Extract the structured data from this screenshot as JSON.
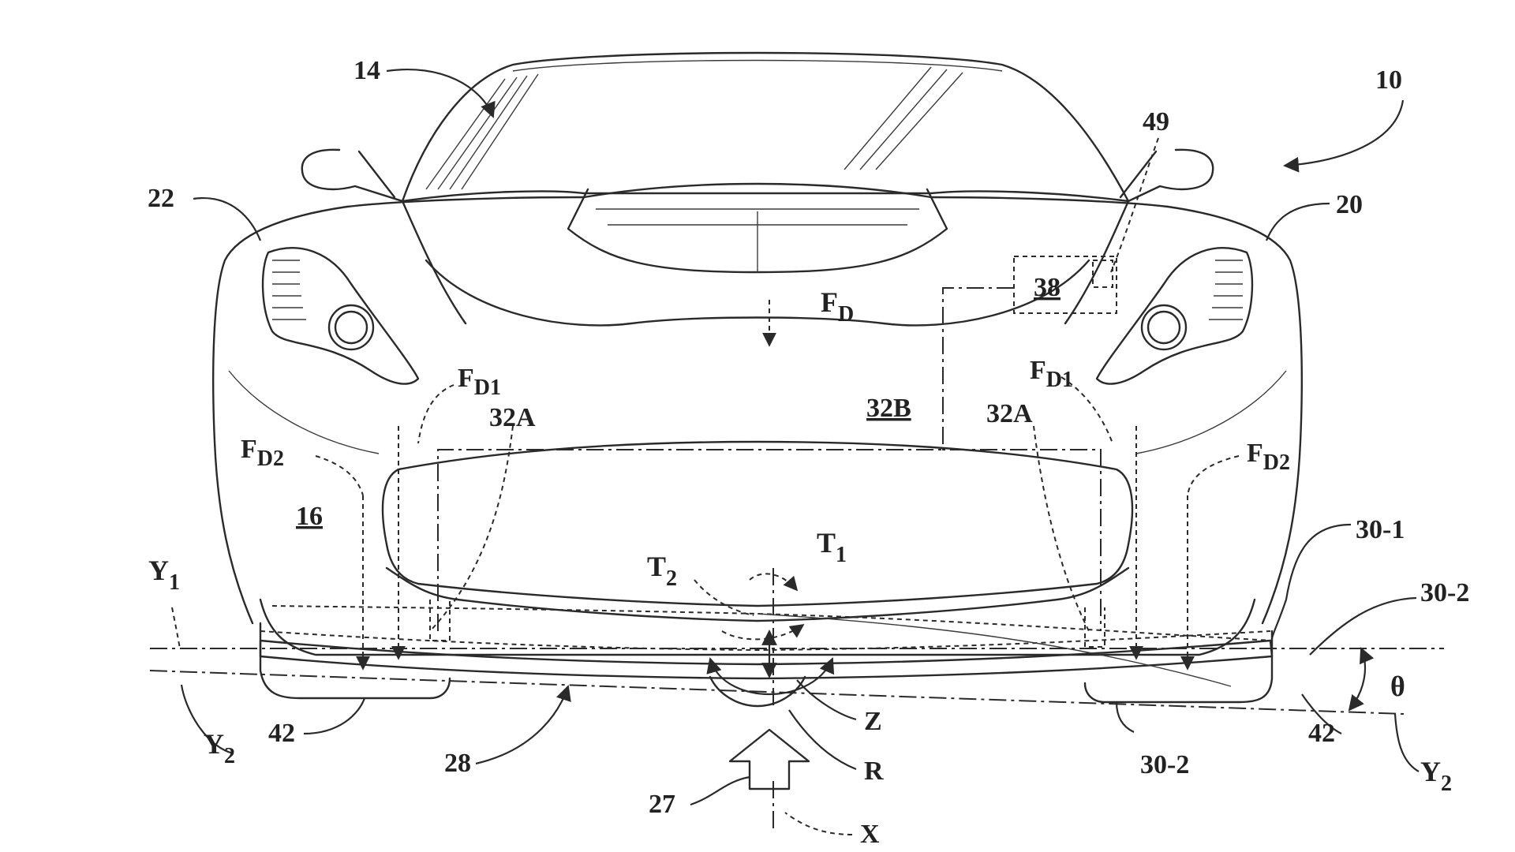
{
  "labels": {
    "vehicle": "10",
    "windshield": "14",
    "body": "16",
    "left_side": "20",
    "right_side": "22",
    "airflow": "27",
    "splitter": "28",
    "element_a": "30-1",
    "element_b": "30-2",
    "element_b_lower": "30-2",
    "actuator_left": "32A",
    "actuator_right": "32A",
    "controller_box": "32B",
    "controller": "38",
    "sensor": "49",
    "end_plate_left": "42",
    "end_plate_right": "42",
    "force_down": "F",
    "force_down_sub": "D",
    "force_d1_left": "F",
    "force_d1_left_sub": "D1",
    "force_d1_right": "F",
    "force_d1_right_sub": "D1",
    "force_d2_left": "F",
    "force_d2_left_sub": "D2",
    "force_d2_right": "F",
    "force_d2_right_sub": "D2",
    "torque_1": "T",
    "torque_1_sub": "1",
    "torque_2": "T",
    "torque_2_sub": "2",
    "axis_y1": "Y",
    "axis_y1_sub": "1",
    "axis_y2_left": "Y",
    "axis_y2_left_sub": "2",
    "axis_y2_right": "Y",
    "axis_y2_right_sub": "2",
    "axis_z": "Z",
    "axis_r": "R",
    "axis_x": "X",
    "angle": "θ"
  }
}
